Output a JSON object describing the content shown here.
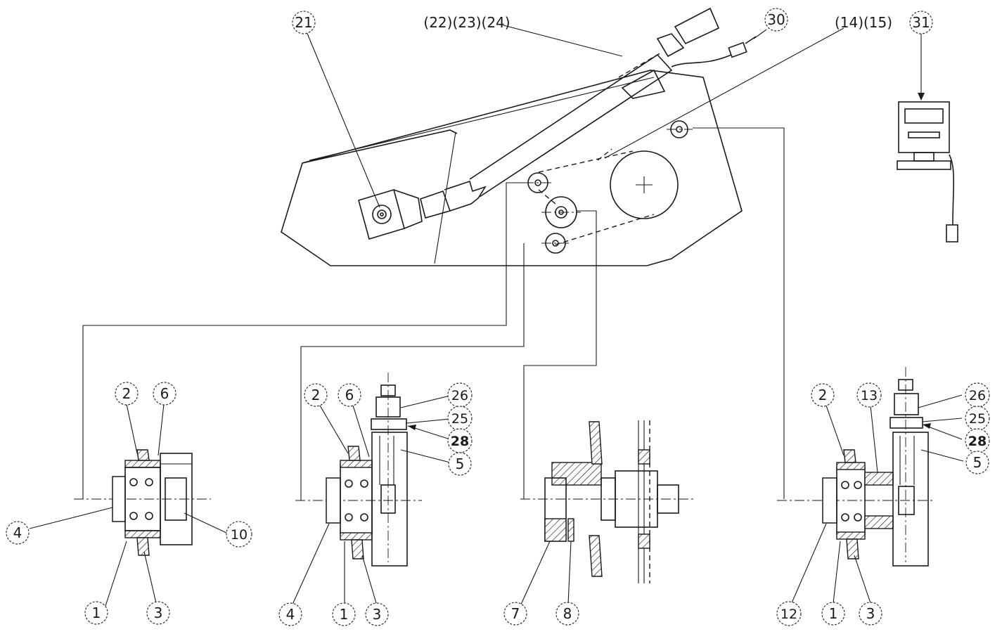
{
  "callouts": {
    "c21": "21",
    "c22_24": "(22)(23)(24)",
    "c30": "30",
    "c14_15": "(14)(15)",
    "c31": "31",
    "d1": {
      "n2": "2",
      "n6": "6",
      "n4": "4",
      "n10": "10",
      "n1": "1",
      "n3": "3"
    },
    "d2": {
      "n2": "2",
      "n6": "6",
      "n26": "26",
      "n25": "25",
      "n28": "28",
      "n5": "5",
      "n4": "4",
      "n1": "1",
      "n3": "3"
    },
    "d3": {
      "n7": "7",
      "n8": "8"
    },
    "d4": {
      "n2": "2",
      "n13": "13",
      "n26": "26",
      "n25": "25",
      "n28": "28",
      "n5": "5",
      "n12": "12",
      "n1": "1",
      "n3": "3"
    }
  }
}
